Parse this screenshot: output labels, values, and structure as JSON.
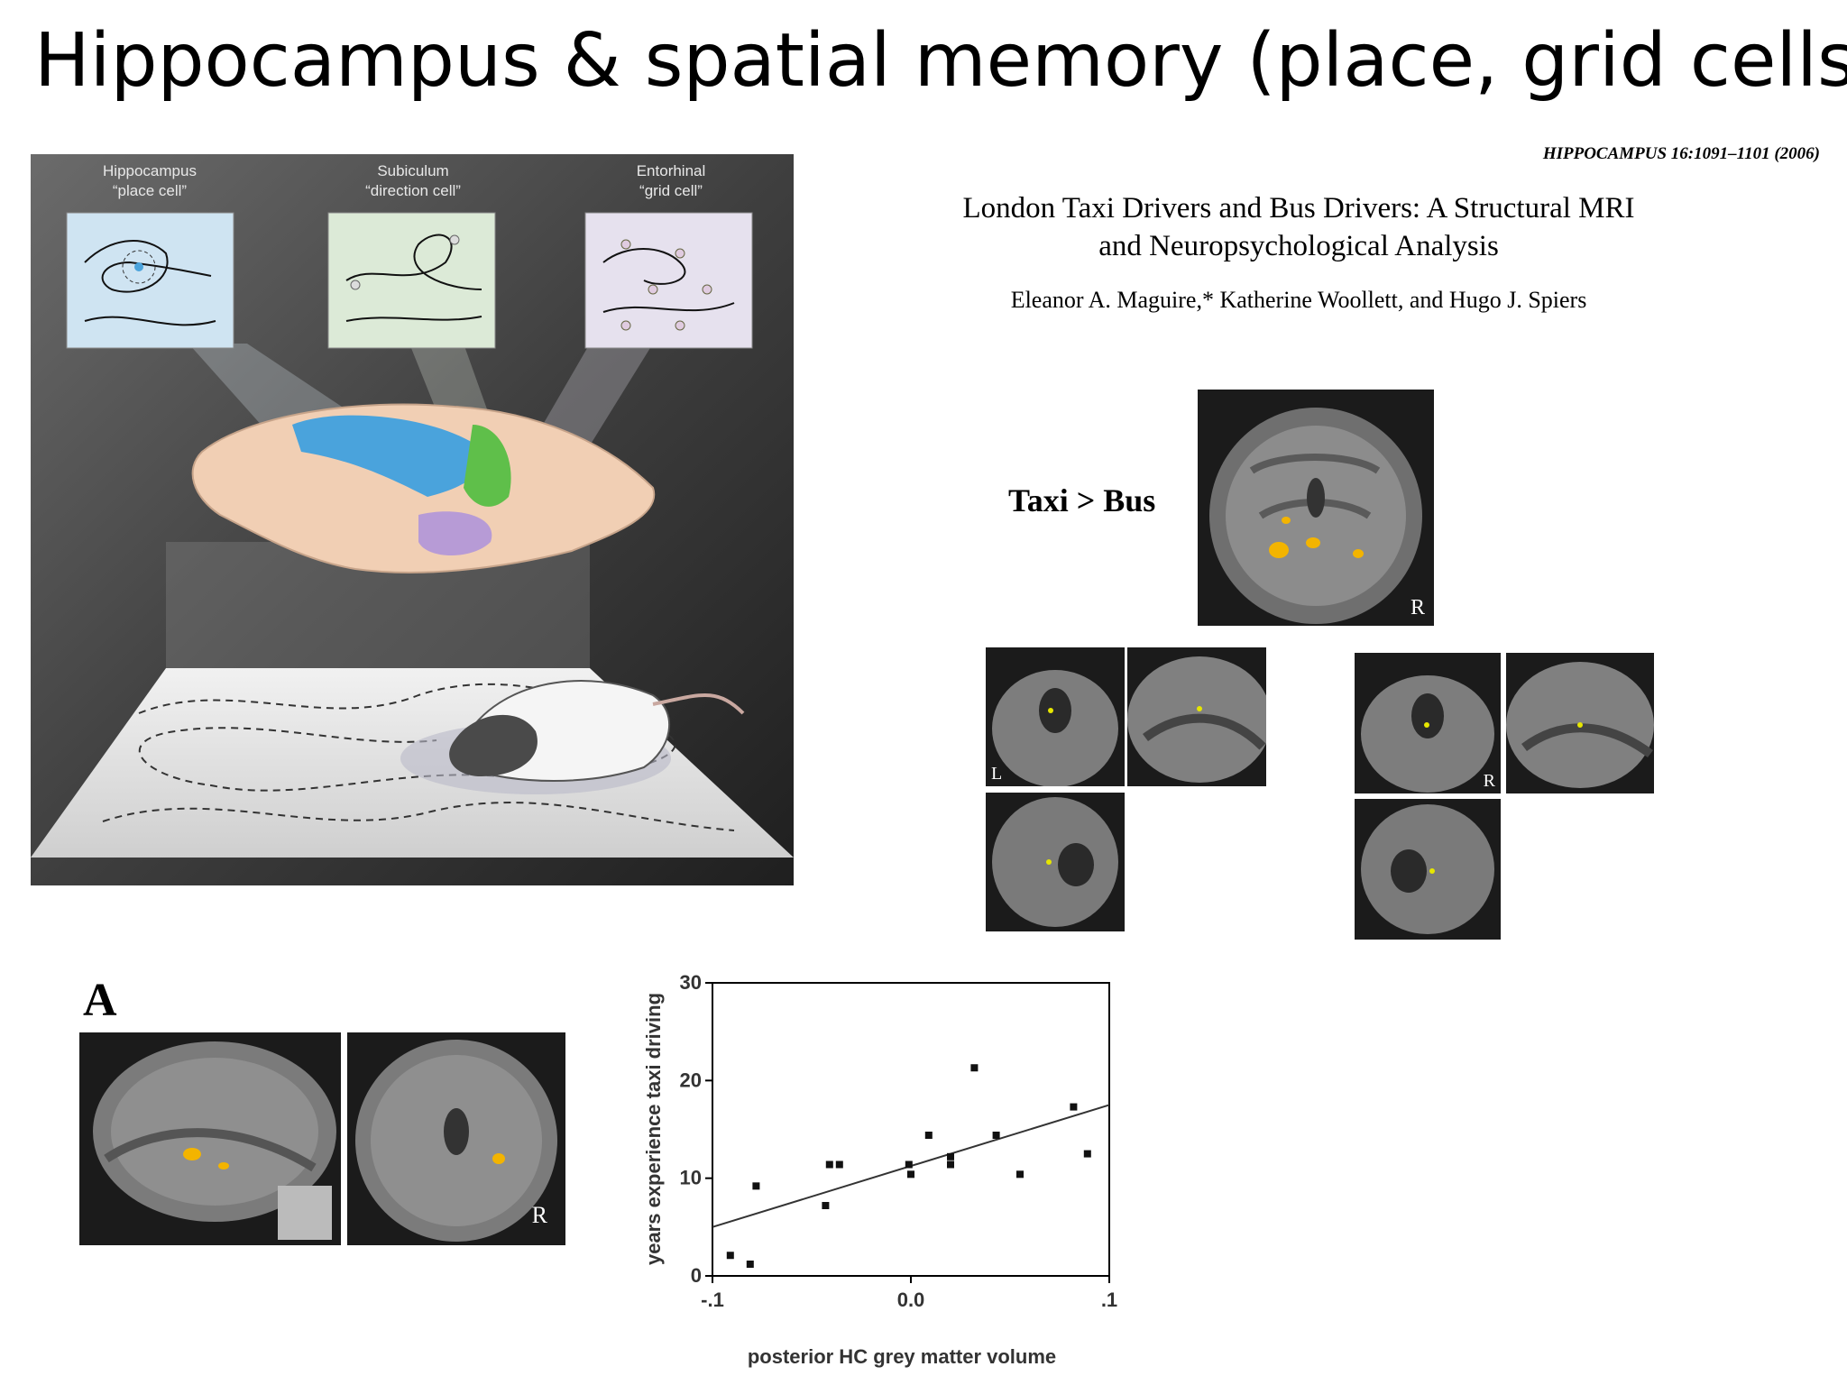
{
  "slide": {
    "title": "Hippocampus & spatial memory (place, grid cells)"
  },
  "illustration": {
    "labels": [
      {
        "line1": "Hippocampus",
        "line2": "“place cell”"
      },
      {
        "line1": "Subiculum",
        "line2": "“direction cell”"
      },
      {
        "line1": "Entorhinal",
        "line2": "“grid cell”"
      }
    ],
    "colors": {
      "hippocampus": "#4aa3dc",
      "subiculum": "#5fbf4a",
      "entorhinal": "#b79bd6"
    }
  },
  "paper": {
    "citation": "HIPPOCAMPUS 16:1091–1101 (2006)",
    "title_line1": "London Taxi Drivers and Bus Drivers: A Structural MRI",
    "title_line2": "and Neuropsychological Analysis",
    "authors": "Eleanor A. Maguire,* Katherine Woollett, and Hugo J. Spiers",
    "contrast_label": "Taxi > Bus",
    "orientation_R": "R",
    "orientation_L": "L"
  },
  "figure_a": {
    "panel_letter": "A",
    "orientation_R": "R"
  },
  "chart_data": {
    "type": "scatter",
    "xlabel": "posterior HC grey matter volume",
    "ylabel": "years experience taxi driving",
    "xlim": [
      -0.1,
      0.1
    ],
    "ylim": [
      0,
      30
    ],
    "x_ticks": [
      -0.1,
      0.0,
      0.1
    ],
    "x_tick_labels": [
      "-.1",
      "0.0",
      ".1"
    ],
    "y_ticks": [
      0,
      10,
      20,
      30
    ],
    "y_tick_labels": [
      "0",
      "10",
      "20",
      "30"
    ],
    "points": [
      {
        "x": -0.091,
        "y": 2.1
      },
      {
        "x": -0.081,
        "y": 1.2
      },
      {
        "x": -0.078,
        "y": 9.2
      },
      {
        "x": -0.043,
        "y": 7.2
      },
      {
        "x": -0.041,
        "y": 11.4
      },
      {
        "x": -0.036,
        "y": 11.4
      },
      {
        "x": -0.001,
        "y": 11.4
      },
      {
        "x": 0.0,
        "y": 10.4
      },
      {
        "x": 0.009,
        "y": 14.4
      },
      {
        "x": 0.02,
        "y": 11.4
      },
      {
        "x": 0.02,
        "y": 12.2
      },
      {
        "x": 0.032,
        "y": 21.3
      },
      {
        "x": 0.043,
        "y": 14.4
      },
      {
        "x": 0.055,
        "y": 10.4
      },
      {
        "x": 0.082,
        "y": 17.3
      },
      {
        "x": 0.089,
        "y": 12.5
      }
    ],
    "fit_line": {
      "x": [
        -0.1,
        0.1
      ],
      "y": [
        5,
        17.5
      ]
    },
    "grid": false
  }
}
